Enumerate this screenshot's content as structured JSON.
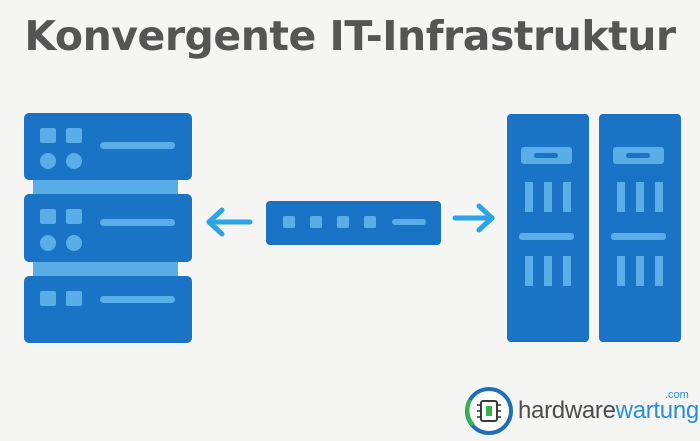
{
  "title": "Konvergente IT-Infrastruktur",
  "brand": {
    "name_part1": "hardware",
    "name_part2": "wartung",
    "tld": ".com"
  },
  "icons": {
    "left": "server-stack-icon",
    "left_arrow": "arrow-left-icon",
    "center": "network-switch-icon",
    "right_arrow": "arrow-right-icon",
    "right": "server-rack-icon",
    "logo": "chip-logo-icon"
  },
  "colors": {
    "background": "#f5f5f3",
    "primary_blue": "#1a73c4",
    "light_blue": "#5aaee8",
    "title_gray": "#555555",
    "brand_blue": "#2a8fd4",
    "brand_gray": "#4d4d4d"
  }
}
